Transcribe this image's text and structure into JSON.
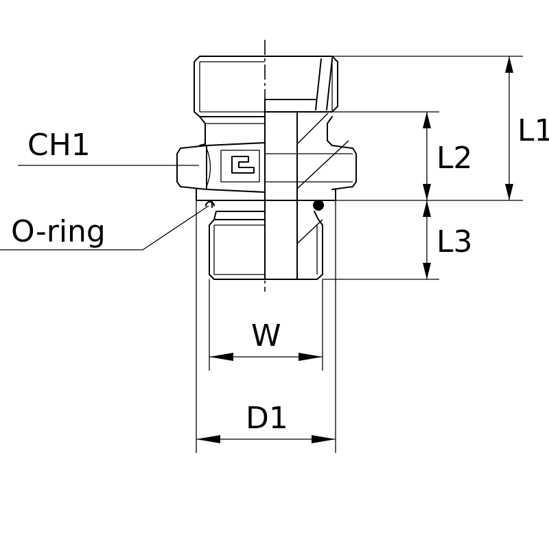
{
  "labels": {
    "ch1": "CH1",
    "oring": "O-ring",
    "l1": "L1",
    "l2": "L2",
    "l3": "L3",
    "w": "W",
    "d1": "D1"
  }
}
